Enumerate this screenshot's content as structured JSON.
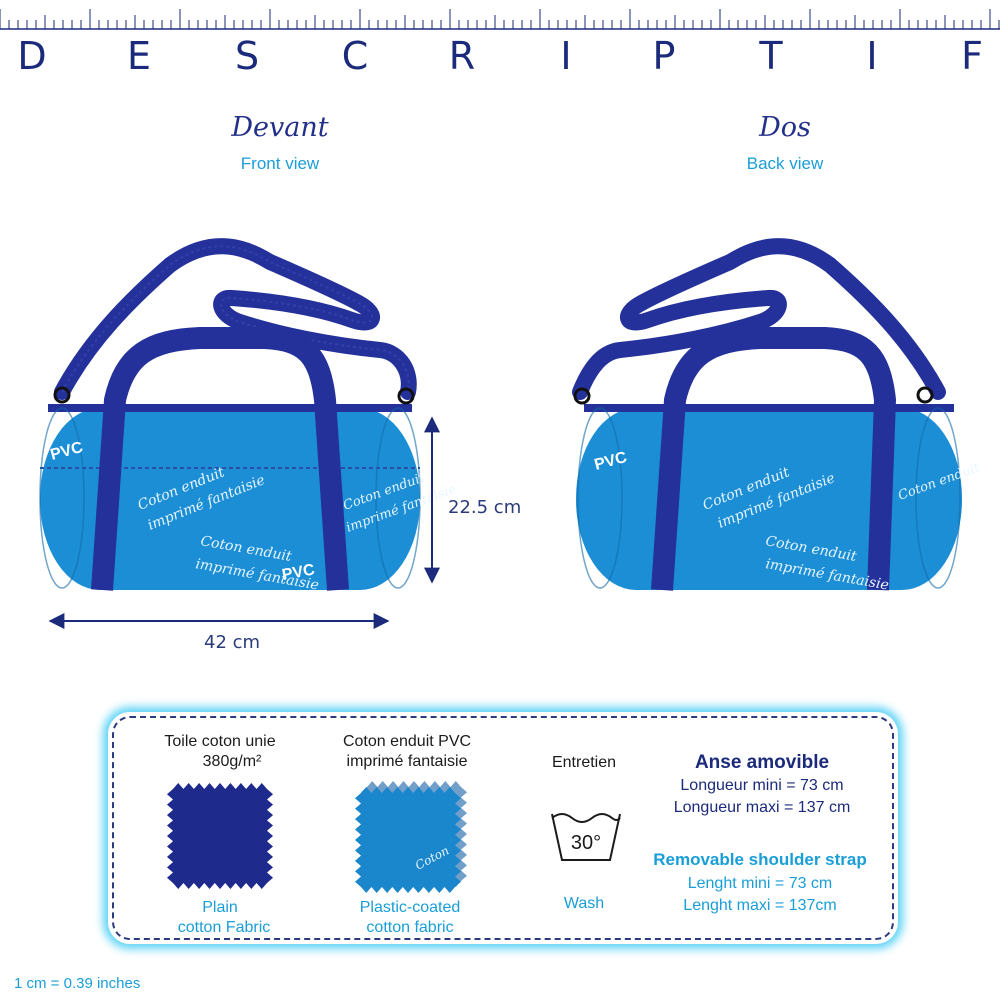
{
  "title_letters": [
    "D",
    "E",
    "S",
    "C",
    "R",
    "I",
    "P",
    "T",
    "I",
    "F"
  ],
  "views": {
    "front": {
      "label_fr": "Devant",
      "label_en": "Front view"
    },
    "back": {
      "label_fr": "Dos",
      "label_en": "Back view"
    }
  },
  "dimensions": {
    "height": "22.5 cm",
    "width": "42 cm"
  },
  "bag_print": {
    "line1": "Coton enduit",
    "line2": "imprimé fantaisie",
    "tag": "PVC"
  },
  "fabrics": [
    {
      "title_line1": "Toile coton  unie",
      "title_line2": "380g/m²",
      "caption_line1": "Plain",
      "caption_line2": "cotton Fabric",
      "color": "#1e2a8c"
    },
    {
      "title_line1": "Coton enduit PVC",
      "title_line2": "imprimé fantaisie",
      "caption_line1": "Plastic-coated",
      "caption_line2": "cotton fabric",
      "color": "#1a86cc",
      "print_text": "Coton"
    }
  ],
  "care": {
    "label": "Entretien",
    "temperature": "30°",
    "caption": "Wash"
  },
  "strap": {
    "title_fr": "Anse amovible",
    "min_fr": "Longueur mini = 73 cm",
    "max_fr": "Longueur maxi = 137 cm",
    "title_en": "Removable shoulder strap",
    "min_en": "Lenght mini = 73 cm",
    "max_en": "Lenght maxi = 137cm"
  },
  "footnote": "1 cm = 0.39 inches",
  "colors": {
    "navy": "#1b2a7a",
    "strap": "#25319a",
    "bag": "#1b8ed6",
    "accent": "#1a9ed8",
    "glow": "#5fd3f5"
  }
}
